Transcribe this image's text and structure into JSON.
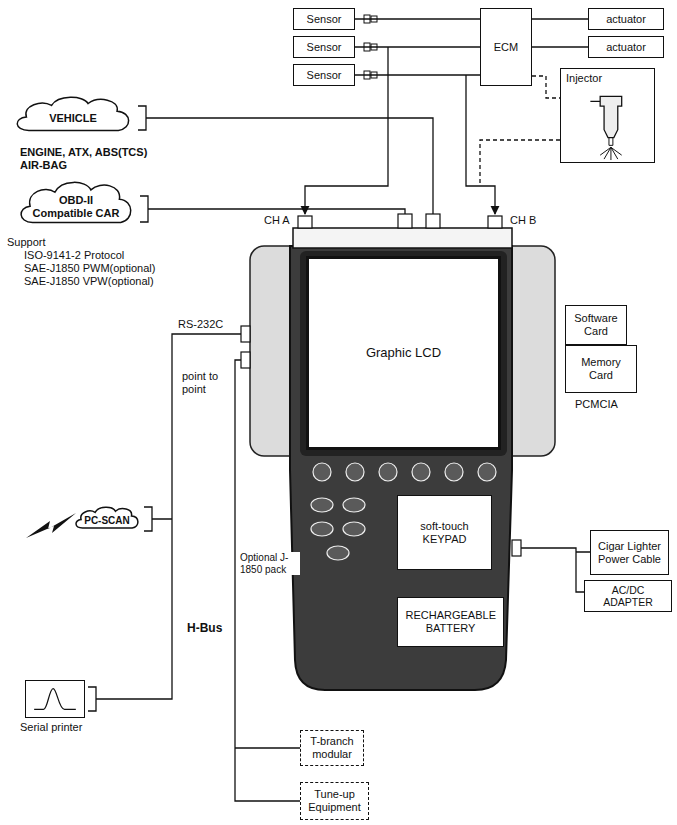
{
  "diagram": {
    "nodes": [
      {
        "text": [
          "Sensor"
        ]
      },
      {
        "text": [
          "Sensor"
        ]
      },
      {
        "text": [
          "Sensor"
        ]
      },
      {
        "text": [
          "ECM"
        ]
      },
      {
        "text": [
          "actuator"
        ]
      },
      {
        "text": [
          "actuator"
        ]
      },
      {
        "text": [
          "Injector"
        ]
      },
      {
        "text": [
          "VEHICLE"
        ]
      },
      {
        "text": [
          "OBD-II Compatible CAR"
        ]
      },
      {
        "text": [
          "Graphic LCD"
        ]
      },
      {
        "text": [
          "Software Card"
        ]
      },
      {
        "text": [
          "Memory Card"
        ]
      },
      {
        "text": [
          "soft-touch KEYPAD"
        ]
      },
      {
        "text": [
          "Cigar Lighter Power Cable"
        ]
      },
      {
        "text": [
          "AC/DC ADAPTER"
        ]
      },
      {
        "text": [
          "PC-SCAN"
        ]
      },
      {
        "text": [
          "RECHARGEABLE BATTERY"
        ]
      },
      {
        "text": [
          "Serial printer"
        ]
      },
      {
        "text": [
          "T-branch modular"
        ]
      },
      {
        "text": [
          "Tune-up Equipment"
        ]
      }
    ],
    "edges": [
      {
        "from": 0,
        "to": 3,
        "arrow": "none"
      },
      {
        "from": 1,
        "to": 3,
        "arrow": "none"
      },
      {
        "from": 2,
        "to": 3,
        "arrow": "none"
      },
      {
        "from": 3,
        "to": 4,
        "arrow": "none"
      },
      {
        "from": 3,
        "to": 5,
        "arrow": "none"
      },
      {
        "from": 3,
        "to": 6,
        "arrow": "none"
      }
    ],
    "labels": [
      "CH A",
      "CH B",
      "ENGINE, ATX, ABS(TCS)",
      "AIR-BAG",
      "Support",
      "ISO-9141-2 Protocol",
      "SAE-J1850 PWM(optional)",
      "SAE-J1850 VPW(optional)",
      "RS-232C",
      "point to point",
      "PCMCIA",
      "Optional J-1850 pack",
      "H-Bus"
    ]
  }
}
